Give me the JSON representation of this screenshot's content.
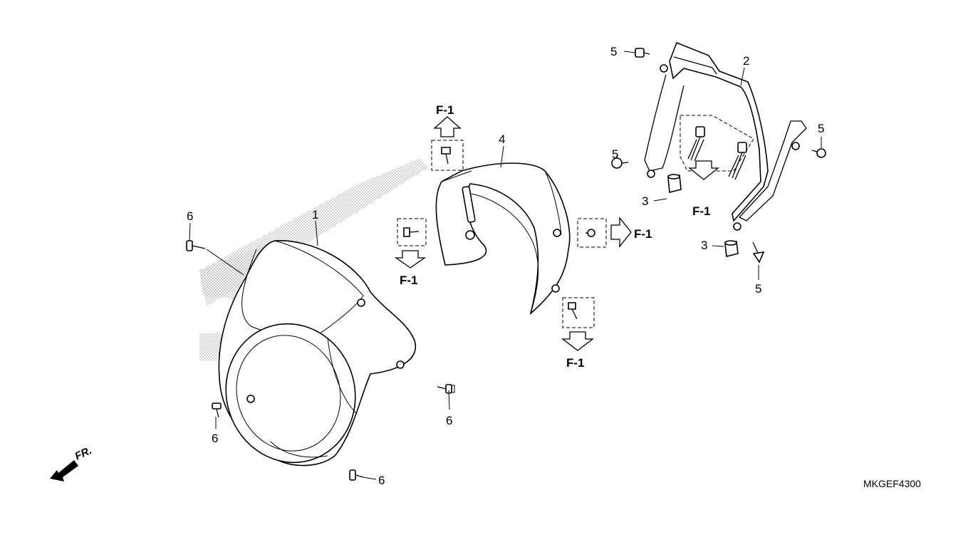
{
  "diagram": {
    "part_labels": [
      {
        "id": "label-1",
        "text": "1"
      },
      {
        "id": "label-2",
        "text": "2"
      },
      {
        "id": "label-3a",
        "text": "3"
      },
      {
        "id": "label-3b",
        "text": "3"
      },
      {
        "id": "label-4",
        "text": "4"
      },
      {
        "id": "label-5a",
        "text": "5"
      },
      {
        "id": "label-5b",
        "text": "5"
      },
      {
        "id": "label-5c",
        "text": "5"
      },
      {
        "id": "label-5d",
        "text": "5"
      },
      {
        "id": "label-6a",
        "text": "6"
      },
      {
        "id": "label-6b",
        "text": "6"
      },
      {
        "id": "label-6c",
        "text": "6"
      },
      {
        "id": "label-6d",
        "text": "6"
      }
    ],
    "ref_label": "F-1",
    "front_label": "FR.",
    "diagram_code": "MKGEF4300",
    "colors": {
      "line": "#000000",
      "background": "#ffffff",
      "screen": "#bbbbbb"
    }
  }
}
